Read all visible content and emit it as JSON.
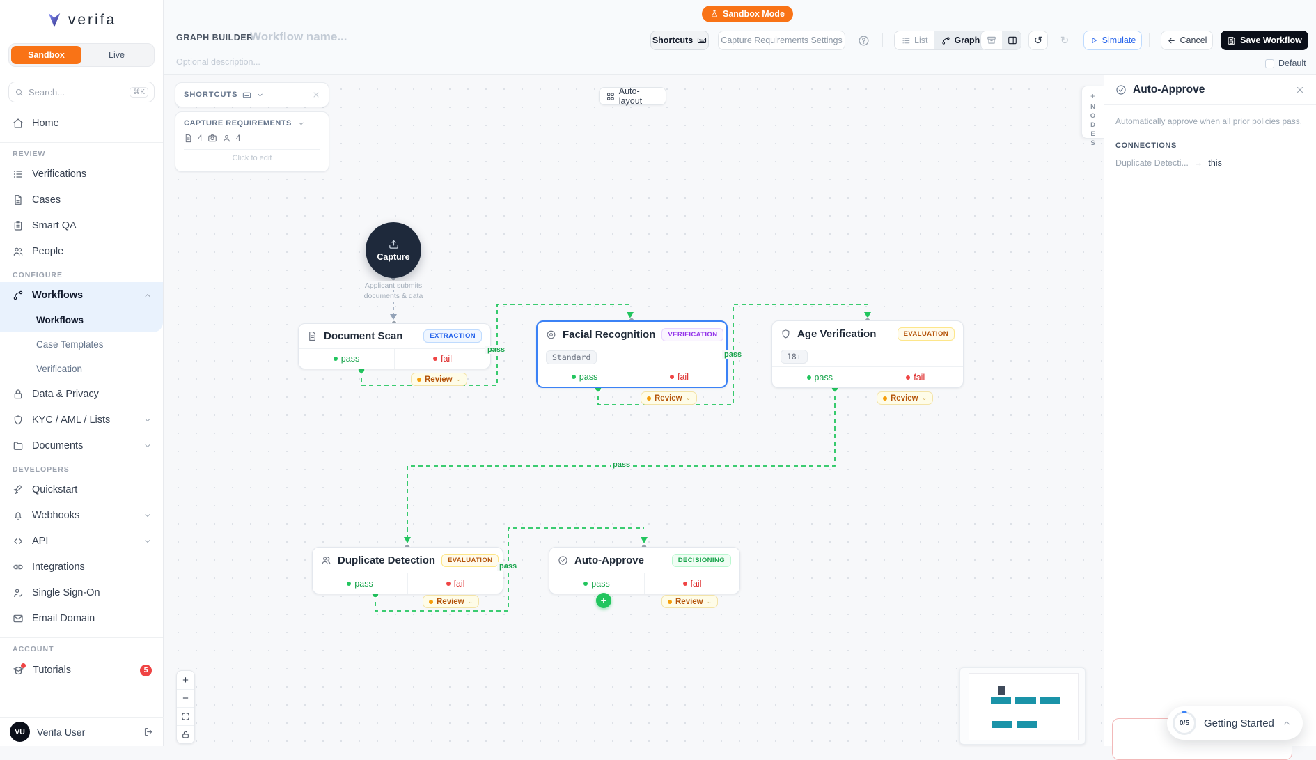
{
  "colors": {
    "accent_orange": "#f97316",
    "pass_green": "#22c55e",
    "fail_red": "#ef4444",
    "review_yellow": "#f59e0b",
    "selected_blue": "#3b82f6",
    "save_black": "#0b0f19",
    "minimap_teal": "#1a93a8"
  },
  "sidebar": {
    "logo_text": "verifa",
    "env": {
      "sandbox": "Sandbox",
      "live": "Live"
    },
    "search": {
      "placeholder": "Search...",
      "shortcut": "⌘K"
    },
    "sections": {
      "review": "REVIEW",
      "configure": "CONFIGURE",
      "developers": "DEVELOPERS",
      "account": "ACCOUNT"
    },
    "items": {
      "home": "Home",
      "verifications": "Verifications",
      "cases": "Cases",
      "smart_qa": "Smart QA",
      "people": "People",
      "workflows": "Workflows",
      "workflows_sub": "Workflows",
      "case_templates": "Case Templates",
      "verification": "Verification",
      "data_privacy": "Data & Privacy",
      "kyc": "KYC / AML / Lists",
      "documents": "Documents",
      "quickstart": "Quickstart",
      "webhooks": "Webhooks",
      "api": "API",
      "integrations": "Integrations",
      "sso": "Single Sign-On",
      "email_domain": "Email Domain",
      "tutorials": "Tutorials",
      "tutorials_badge": "5"
    },
    "user": {
      "initials": "VU",
      "name": "Verifa User"
    }
  },
  "topbar": {
    "sandbox_mode": "Sandbox Mode",
    "graph_builder": "GRAPH BUILDER",
    "workflow_name_placeholder": "Workflow name...",
    "description_placeholder": "Optional description...",
    "shortcuts": "Shortcuts",
    "capture_requirements_settings": "Capture Requirements Settings",
    "list": "List",
    "graph": "Graph",
    "undo": "↺",
    "redo": "↻",
    "simulate": "Simulate",
    "cancel": "Cancel",
    "save_workflow": "Save Workflow",
    "default_label": "Default"
  },
  "canvas": {
    "shortcuts_title": "SHORTCUTS",
    "capture_requirements": {
      "title": "CAPTURE REQUIREMENTS",
      "documents_count": "4",
      "people_count": "4",
      "hint": "Click to edit"
    },
    "auto_layout": "Auto-layout",
    "nodes_tab": {
      "plus": "+",
      "label": "NODES"
    },
    "capture": {
      "label": "Capture",
      "caption1": "Applicant submits",
      "caption2": "documents & data"
    },
    "edge_label": "pass",
    "nodes": [
      {
        "title": "Document Scan",
        "badge": "EXTRACTION",
        "pass": "pass",
        "fail": "fail",
        "review": "Review"
      },
      {
        "title": "Facial Recognition",
        "badge": "VERIFICATION",
        "tag": "Standard",
        "pass": "pass",
        "fail": "fail",
        "review": "Review"
      },
      {
        "title": "Age Verification",
        "badge": "EVALUATION",
        "tag": "18+",
        "pass": "pass",
        "fail": "fail",
        "review": "Review"
      },
      {
        "title": "Duplicate Detection",
        "badge": "EVALUATION",
        "pass": "pass",
        "fail": "fail",
        "review": "Review"
      },
      {
        "title": "Auto-Approve",
        "badge": "DECISIONING",
        "pass": "pass",
        "fail": "fail",
        "review": "Review"
      }
    ]
  },
  "panel": {
    "title": "Auto-Approve",
    "description": "Automatically approve when all prior policies pass.",
    "connections_title": "CONNECTIONS",
    "connection": {
      "source": "Duplicate Detecti...",
      "arrow": "→",
      "target": "this"
    }
  },
  "getting_started": {
    "progress": "0/5",
    "label": "Getting Started"
  }
}
